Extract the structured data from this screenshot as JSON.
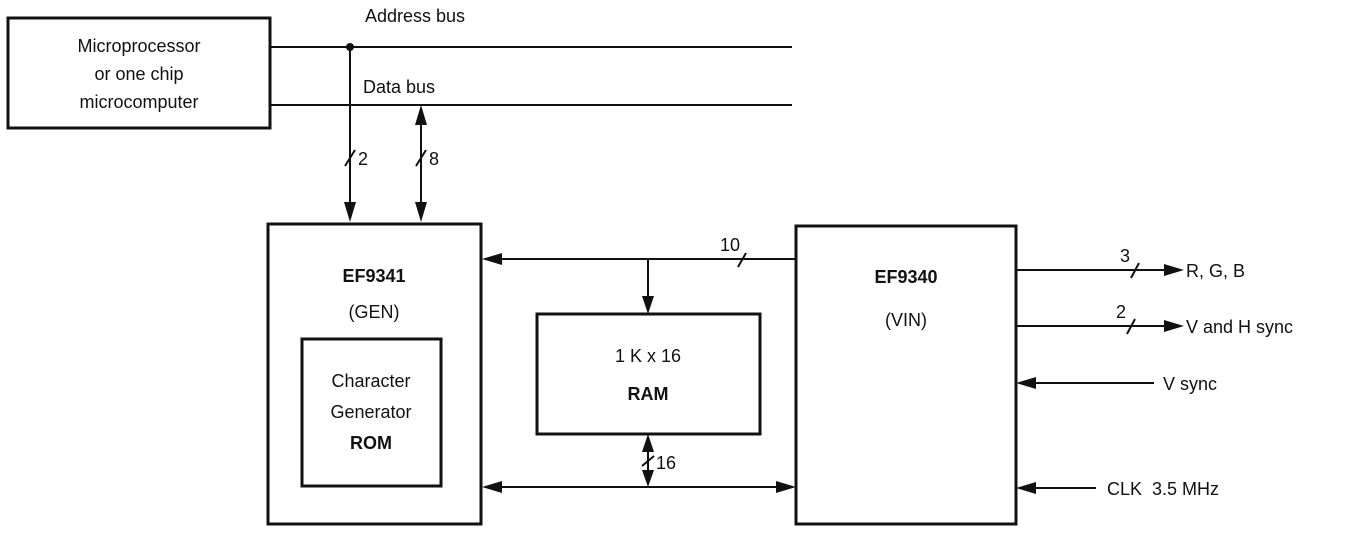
{
  "diagram": {
    "blocks": {
      "cpu": {
        "lines": [
          "Microprocessor",
          "or one chip",
          "microcomputer"
        ]
      },
      "gen": {
        "title": "EF9341",
        "subtitle": "(GEN)"
      },
      "rom": {
        "lines": [
          "Character",
          "Generator",
          "ROM"
        ]
      },
      "ram": {
        "title": "1 K x 16",
        "subtitle": "RAM"
      },
      "vin": {
        "title": "EF9340",
        "subtitle": "(VIN)"
      }
    },
    "buses": {
      "address": "Address bus",
      "data": "Data bus"
    },
    "bus_widths": {
      "address_to_gen": "2",
      "data_to_gen": "8",
      "vin_address": "10",
      "ram_data": "16",
      "rgb": "3",
      "sync_out": "2"
    },
    "signals": {
      "rgb": "R, G, B",
      "vh_sync": "V and H sync",
      "v_sync": "V sync",
      "clk": "CLK  3.5 MHz"
    }
  }
}
